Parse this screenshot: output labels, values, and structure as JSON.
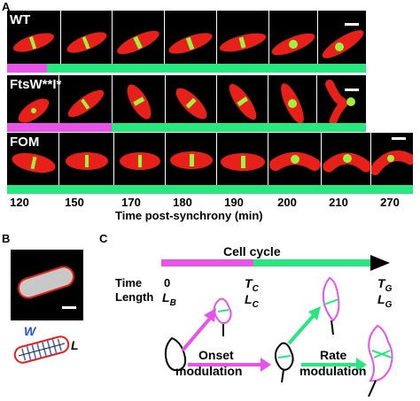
{
  "panels": {
    "A": "A",
    "B": "B",
    "C": "C"
  },
  "strains": [
    "WT",
    "FtsW**I*",
    "FOM"
  ],
  "timepoints": [
    "120",
    "150",
    "170",
    "180",
    "190",
    "200",
    "210",
    "270"
  ],
  "xlabel": "Time post-synchrony (min)",
  "colors": {
    "magenta": "#e754e7",
    "green": "#27e77f",
    "cell": "#e8201a",
    "septum": "#9df240",
    "background": "#000000"
  },
  "panelB": {
    "W": "W",
    "L": "L"
  },
  "panelC": {
    "cell_cycle": "Cell cycle",
    "time_label": "Time",
    "length_label": "Length",
    "t0": "0",
    "LB": "L",
    "LB_sub": "B",
    "TC": "T",
    "TC_sub": "C",
    "LC": "L",
    "LC_sub": "C",
    "TG": "T",
    "TG_sub": "G",
    "LG": "L",
    "LG_sub": "G",
    "onset": "Onset",
    "onset2": "modulation",
    "rate": "Rate",
    "rate2": "modulation"
  }
}
